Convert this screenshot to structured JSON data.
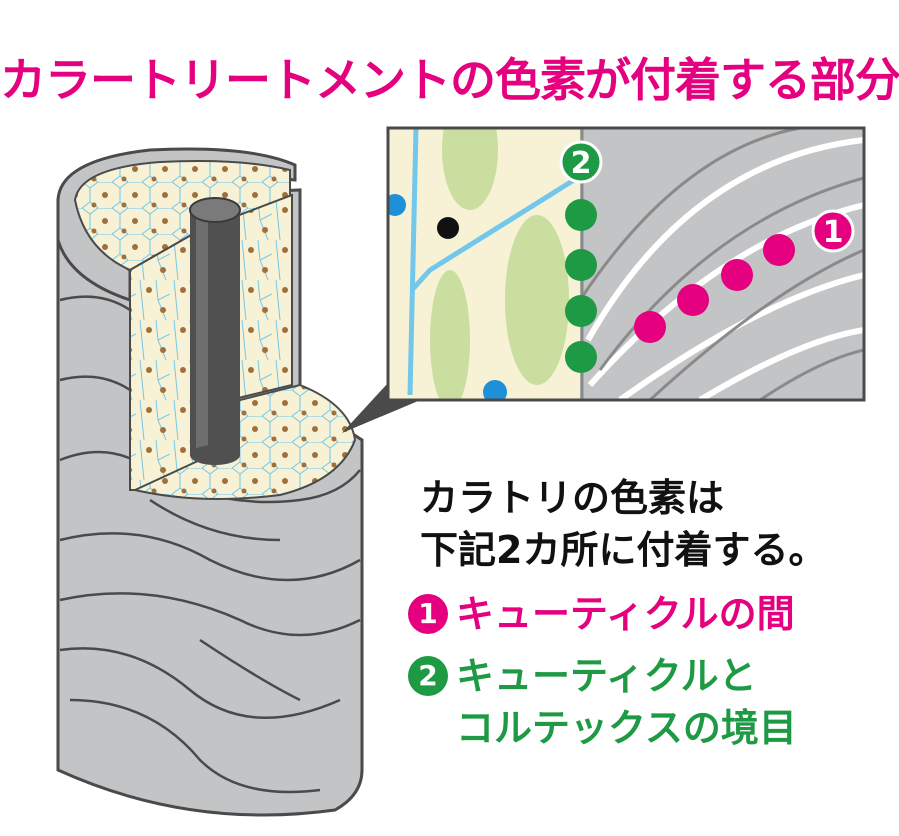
{
  "title": "カラートリートメントの色素が付着する部分",
  "colors": {
    "title": "#e4007f",
    "marker1": "#e4007f",
    "marker2": "#1e9a45",
    "cuticle": "#c3c4c6",
    "cortex": "#f7f2d6",
    "medulla": "#505050",
    "cell_line": "#72c7ea",
    "pigment": "#a0703c",
    "green_cell": "#c9de9f"
  },
  "markers": {
    "m1": "1",
    "m2": "2"
  },
  "description": [
    "カラトリの色素は",
    "下記2カ所に付着する。"
  ],
  "items": [
    {
      "number": "1",
      "lines": [
        "キューティクルの間"
      ]
    },
    {
      "number": "2",
      "lines": [
        "キューティクルと",
        "コルテックスの境目"
      ]
    }
  ]
}
